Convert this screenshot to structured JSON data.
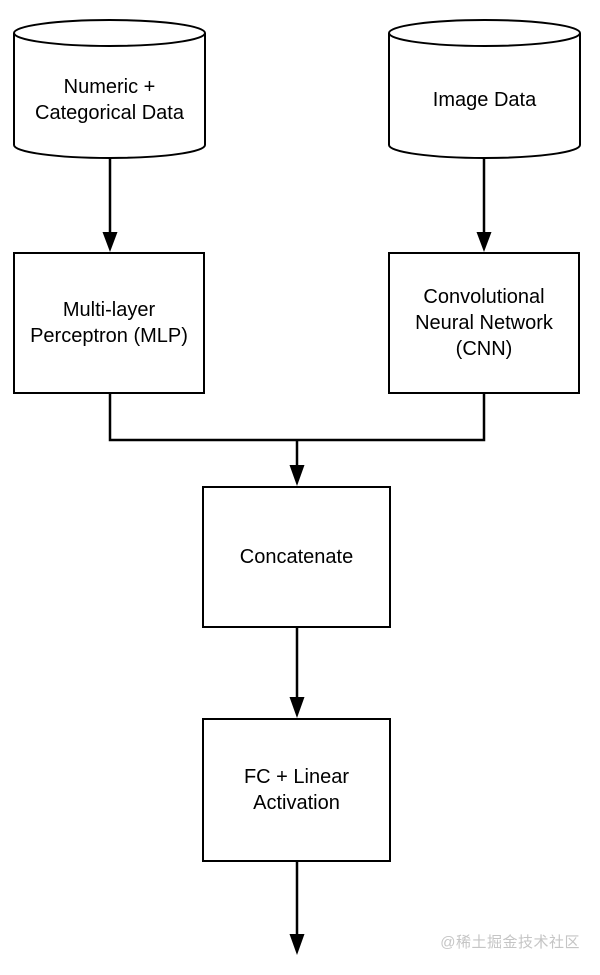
{
  "diagram": {
    "type": "flowchart",
    "description": "Mixed-input neural network architecture flow",
    "colors": {
      "background": "#ffffff",
      "node_fill": "#ffffff",
      "node_stroke": "#000000",
      "text": "#000000",
      "watermark": "#c5c5c5"
    },
    "nodes": [
      {
        "id": "numeric-data",
        "shape": "cylinder",
        "label": [
          "Numeric +",
          "Categorical Data"
        ]
      },
      {
        "id": "image-data",
        "shape": "cylinder",
        "label": [
          "Image Data"
        ]
      },
      {
        "id": "mlp",
        "shape": "rectangle",
        "label": [
          "Multi-layer",
          "Perceptron (MLP)"
        ]
      },
      {
        "id": "cnn",
        "shape": "rectangle",
        "label": [
          "Convolutional",
          "Neural Network",
          "(CNN)"
        ]
      },
      {
        "id": "concatenate",
        "shape": "rectangle",
        "label": [
          "Concatenate"
        ]
      },
      {
        "id": "fc-linear",
        "shape": "rectangle",
        "label": [
          "FC + Linear",
          "Activation"
        ]
      }
    ],
    "edges": [
      {
        "from": "numeric-data",
        "to": "mlp"
      },
      {
        "from": "image-data",
        "to": "cnn"
      },
      {
        "from": "mlp",
        "to": "concatenate"
      },
      {
        "from": "cnn",
        "to": "concatenate"
      },
      {
        "from": "concatenate",
        "to": "fc-linear"
      },
      {
        "from": "fc-linear",
        "to": "output"
      }
    ]
  },
  "watermark": {
    "text": "@稀土掘金技术社区"
  }
}
